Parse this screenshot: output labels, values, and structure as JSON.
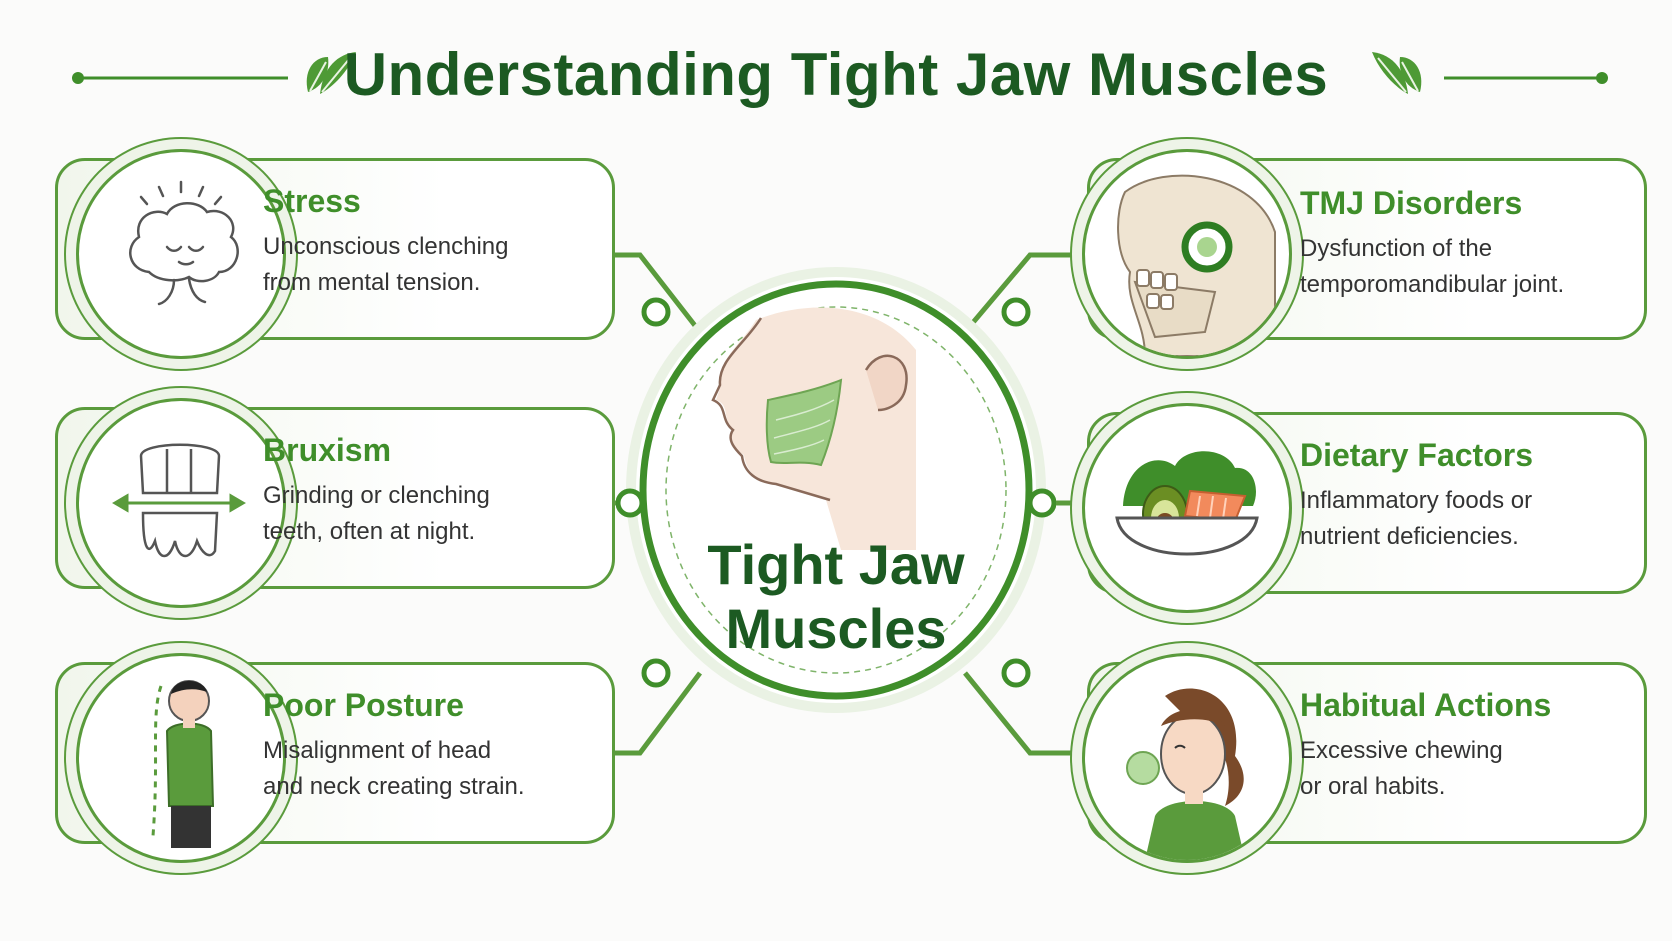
{
  "title": "Understanding Tight Jaw Muscles",
  "center": {
    "line1": "Tight Jaw",
    "line2": "Muscles"
  },
  "colors": {
    "dark_green": "#1c5a22",
    "accent_green": "#5a9b3c",
    "heading_green": "#3f8e2a"
  },
  "factors": [
    {
      "id": "stress",
      "title": "Stress",
      "line1": "Unconscious clenching",
      "line2": "from mental tension.",
      "icon": "brain-icon"
    },
    {
      "id": "bruxism",
      "title": "Bruxism",
      "line1": "Grinding or clenching",
      "line2": "teeth, often at night.",
      "icon": "teeth-icon"
    },
    {
      "id": "posture",
      "title": "Poor Posture",
      "line1": "Misalignment of head",
      "line2": "and neck creating strain.",
      "icon": "posture-person-icon"
    },
    {
      "id": "tmj",
      "title": "TMJ Disorders",
      "line1": "Dysfunction of the",
      "line2": "temporomandibular joint.",
      "icon": "skull-joint-icon"
    },
    {
      "id": "diet",
      "title": "Dietary Factors",
      "line1": "Inflammatory foods or",
      "line2": "nutrient deficiencies.",
      "icon": "food-bowl-icon"
    },
    {
      "id": "habits",
      "title": "Habitual Actions",
      "line1": "Excessive chewing",
      "line2": "or oral habits.",
      "icon": "chewing-gum-icon"
    }
  ]
}
